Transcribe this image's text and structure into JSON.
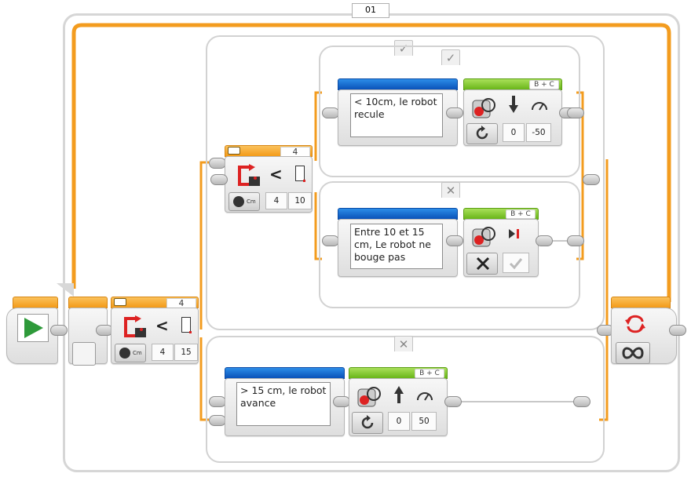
{
  "loop": {
    "label": "01",
    "mode_icon": "infinity-icon",
    "end_icon": "loop-arrows-icon"
  },
  "outer_switch": {
    "port_label": "4",
    "compare": "<",
    "threshold_mode": "4",
    "threshold": "15",
    "unit": "Cm"
  },
  "inner_switch": {
    "port_label": "4",
    "compare": "<",
    "threshold_mode": "4",
    "threshold": "10",
    "unit": "Cm"
  },
  "cases": {
    "true_mark": "✓",
    "false_mark": "✕"
  },
  "comments": {
    "close": "< 10cm, le robot recule",
    "middle": "Entre 10 et 15 cm, Le robot ne bouge pas",
    "far": "> 15 cm, le robot avance"
  },
  "move_back": {
    "ports": "B + C",
    "steering": "0",
    "power": "-50",
    "mode_icon": "rotate-icon"
  },
  "move_stop": {
    "ports": "B + C",
    "mode_icon": "stop-icon",
    "brake_icon": "check-icon"
  },
  "move_forward": {
    "ports": "B + C",
    "steering": "0",
    "power": "50",
    "mode_icon": "rotate-icon"
  },
  "colors": {
    "wire": "#f39c1f",
    "frame": "#d2d2d2",
    "start": "#2e9a3a",
    "comment_bar": "#0a52b8",
    "move_bar": "#69b519"
  }
}
